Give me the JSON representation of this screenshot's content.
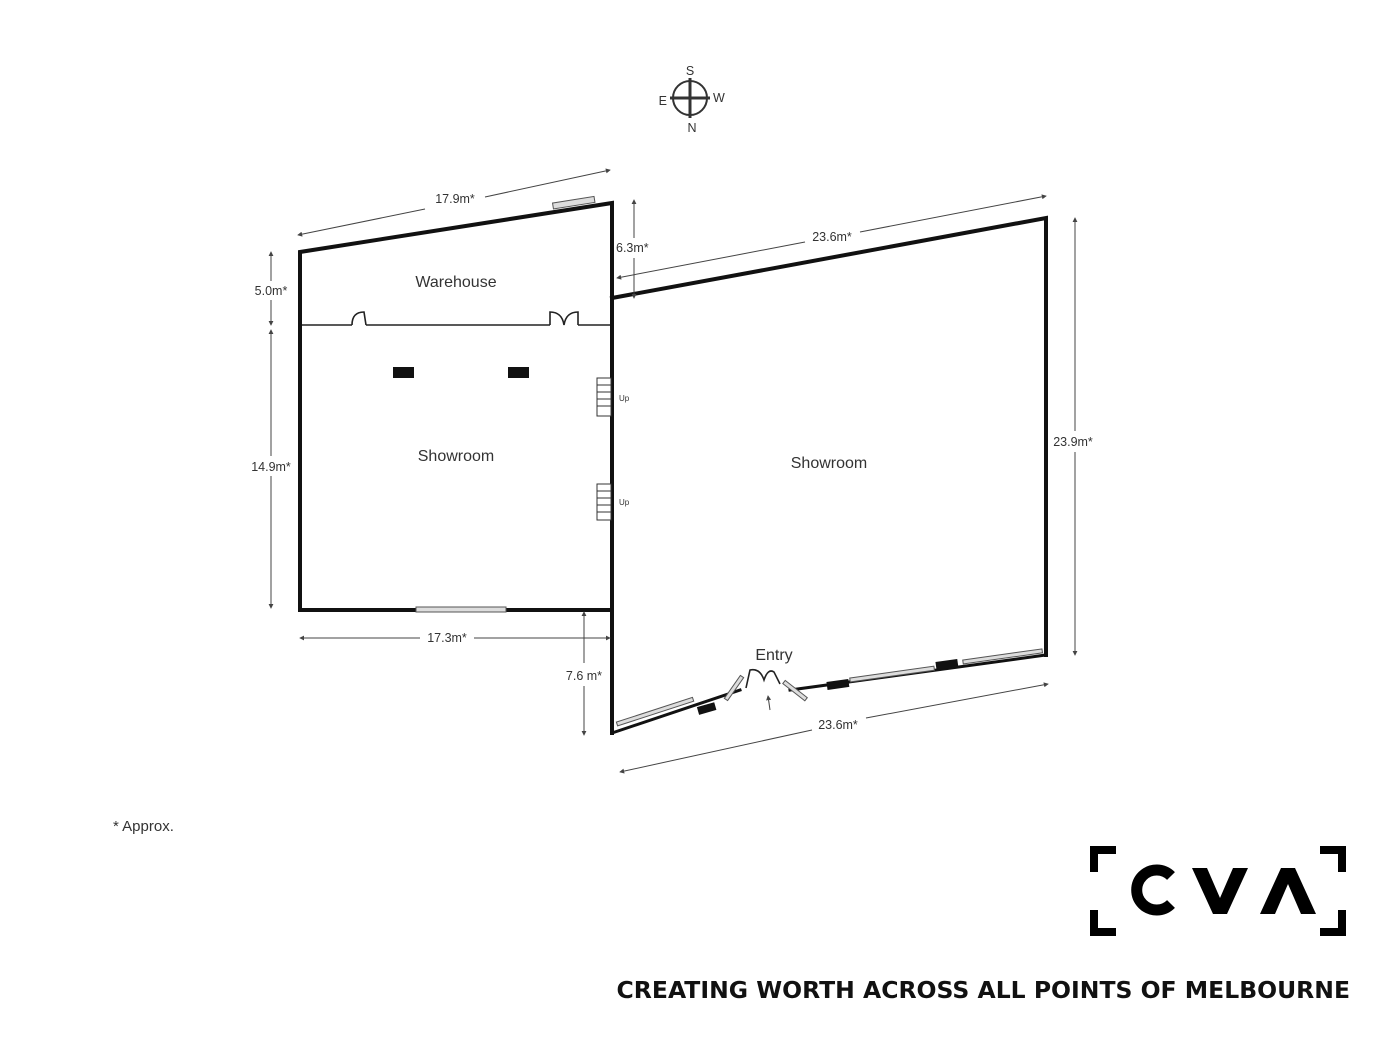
{
  "compass": {
    "north": "N",
    "south": "S",
    "east": "E",
    "west": "W"
  },
  "rooms": {
    "warehouse": "Warehouse",
    "showroom_left": "Showroom",
    "showroom_right": "Showroom",
    "entry": "Entry"
  },
  "stairs": [
    "Up",
    "Up"
  ],
  "dimensions": {
    "top_left": "17.9m*",
    "step": "6.3m*",
    "top_right": "23.6m*",
    "warehouse_depth": "5.0m*",
    "showroom_left_depth": "14.9m*",
    "right_depth": "23.9m*",
    "bottom_left": "17.3m*",
    "bottom_step": "7.6 m*",
    "bottom_right": "23.6m*"
  },
  "note": "* Approx.",
  "brand": {
    "logo": "CVA",
    "tagline": "CREATING WORTH ACROSS ALL POINTS OF MELBOURNE"
  }
}
